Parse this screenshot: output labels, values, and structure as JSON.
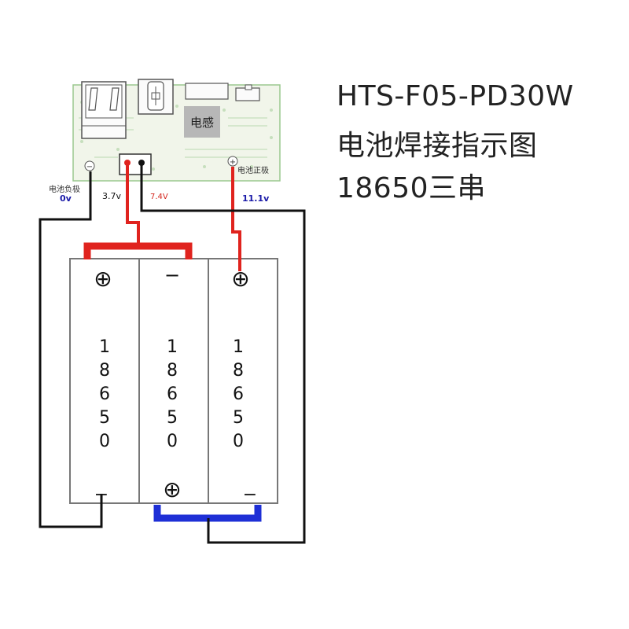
{
  "title": {
    "model": "HTS-F05-PD30W",
    "subtitle": "电池焊接指示图",
    "config": "18650三串"
  },
  "board": {
    "inductor_label": "电感",
    "neg_terminal_label": "电池负极",
    "pos_terminal_label": "电池正极",
    "neg_symbol": "−",
    "pos_symbol": "+"
  },
  "voltages": {
    "v0": "0v",
    "v1": "3.7v",
    "v2": "7.4V",
    "v3": "11.1v"
  },
  "cells": [
    {
      "digits": [
        "1",
        "8",
        "6",
        "5",
        "0"
      ],
      "top_symbol": "⊕",
      "bottom_symbol": "−"
    },
    {
      "digits": [
        "1",
        "8",
        "6",
        "5",
        "0"
      ],
      "top_symbol": "−",
      "bottom_symbol": "⊕"
    },
    {
      "digits": [
        "1",
        "8",
        "6",
        "5",
        "0"
      ],
      "top_symbol": "⊕",
      "bottom_symbol": "−"
    }
  ],
  "colors": {
    "red_wire": "#e0231e",
    "blue_wire": "#1e2fd6",
    "black_wire": "#111111",
    "board_fill": "#f1f5ea",
    "board_trace": "#9bc88f",
    "v0_color": "#1a1aa8",
    "v2_color": "#d4261e",
    "v3_color": "#1a1aa8"
  }
}
